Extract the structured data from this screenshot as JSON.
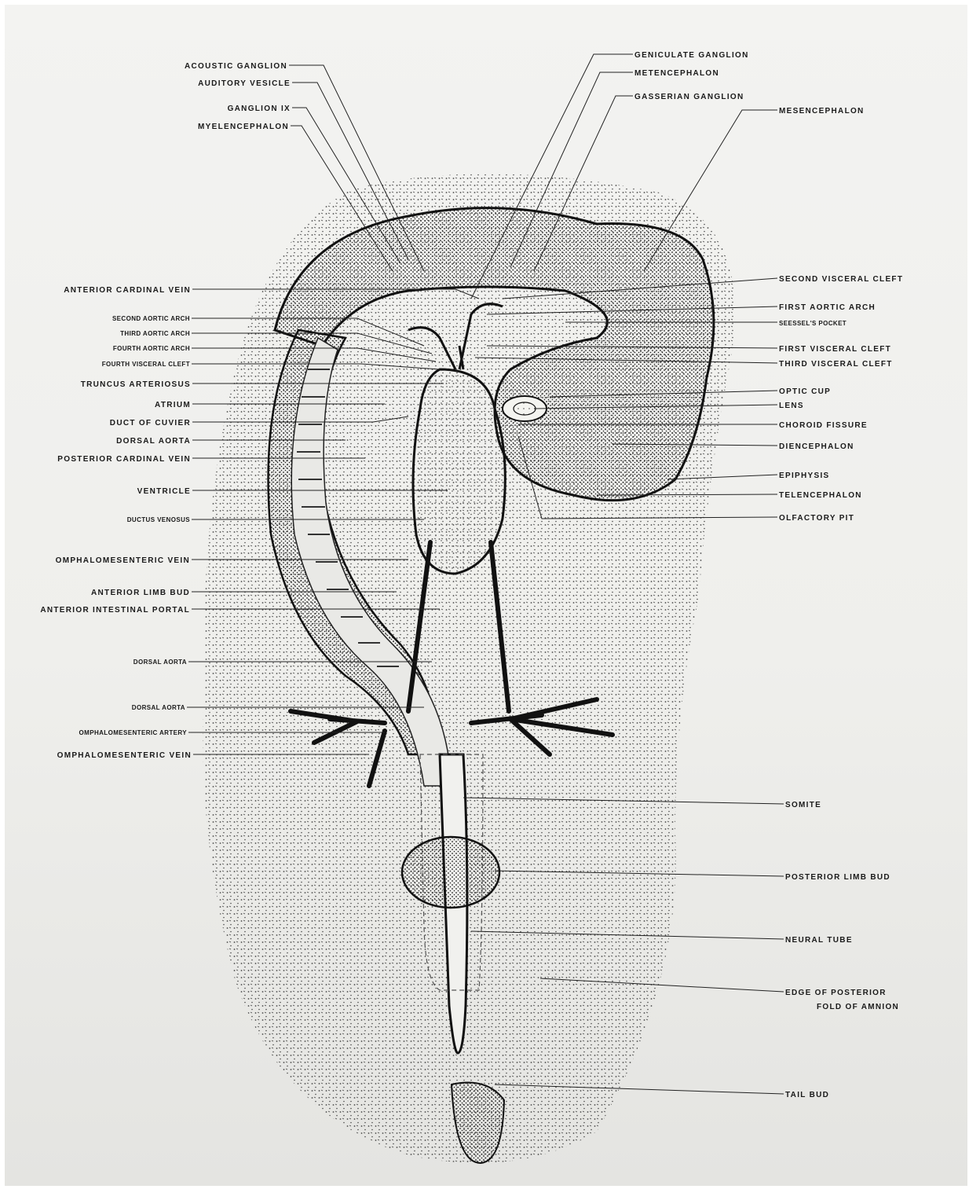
{
  "labels": {
    "acoustic_ganglion": "ACOUSTIC GANGLION",
    "auditory_vesicle": "AUDITORY VESICLE",
    "ganglion_ix": "GANGLION IX",
    "myelencephalon": "MYELENCEPHALON",
    "geniculate_ganglion": "GENICULATE GANGLION",
    "metencephalon": "METENCEPHALON",
    "gasserian_ganglion": "GASSERIAN GANGLION",
    "mesencephalon": "MESENCEPHALON",
    "anterior_cardinal_vein": "ANTERIOR CARDINAL VEIN",
    "second_aortic_arch": "SECOND AORTIC ARCH",
    "third_aortic_arch": "THIRD AORTIC ARCH",
    "fourth_aortic_arch": "FOURTH AORTIC ARCH",
    "fourth_visceral_cleft": "FOURTH VISCERAL CLEFT",
    "truncus_arteriosus": "TRUNCUS ARTERIOSUS",
    "atrium": "ATRIUM",
    "duct_of_cuvier": "DUCT OF CUVIER",
    "dorsal_aorta_1": "DORSAL AORTA",
    "posterior_cardinal_vein": "POSTERIOR CARDINAL VEIN",
    "ventricle": "VENTRICLE",
    "ductus_venosus": "DUCTUS VENOSUS",
    "omphalomesenteric_vein_1": "OMPHALOMESENTERIC VEIN",
    "anterior_limb_bud": "ANTERIOR LIMB BUD",
    "anterior_intestinal_portal": "ANTERIOR INTESTINAL PORTAL",
    "dorsal_aorta_2": "DORSAL AORTA",
    "dorsal_aorta_3": "DORSAL AORTA",
    "omphalomesenteric_artery": "OMPHALOMESENTERIC ARTERY",
    "omphalomesenteric_vein_2": "OMPHALOMESENTERIC VEIN",
    "second_visceral_cleft": "SECOND VISCERAL CLEFT",
    "first_aortic_arch": "FIRST AORTIC ARCH",
    "seessels_pocket": "SEESSEL'S POCKET",
    "first_visceral_cleft": "FIRST VISCERAL CLEFT",
    "third_visceral_cleft": "THIRD VISCERAL CLEFT",
    "optic_cup": "OPTIC CUP",
    "lens": "LENS",
    "choroid_fissure": "CHOROID FISSURE",
    "diencephalon": "DIENCEPHALON",
    "epiphysis": "EPIPHYSIS",
    "telencephalon": "TELENCEPHALON",
    "olfactory_pit": "OLFACTORY PIT",
    "somite": "SOMITE",
    "posterior_limb_bud": "POSTERIOR LIMB BUD",
    "neural_tube": "NEURAL TUBE",
    "edge_of_posterior_line1": "EDGE OF POSTERIOR",
    "edge_of_posterior_line2": "FOLD OF AMNION",
    "tail_bud": "TAIL BUD"
  },
  "colors": {
    "ink": "#1a1a1a",
    "paper": "#f1f1ee",
    "stipple": "#2a2a2a",
    "ghost": "#d6d6d3"
  }
}
